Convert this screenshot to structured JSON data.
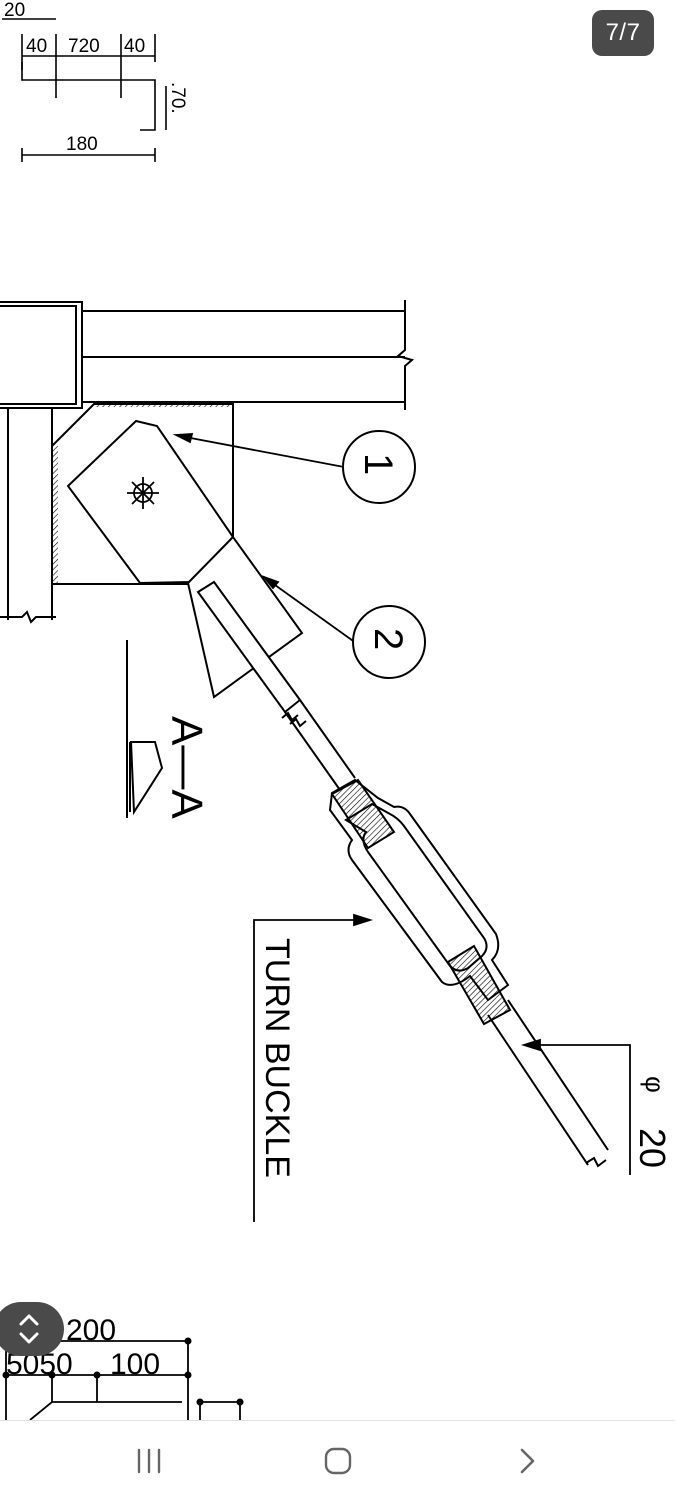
{
  "viewer": {
    "page_counter": "7/7"
  },
  "drawing": {
    "dimensions": {
      "top_small": "20",
      "left_edge": "40",
      "middle": "720",
      "right_edge": "40",
      "height": ".70.",
      "overall": "180",
      "bottom_total": "200",
      "bottom_small": "5050",
      "bottom_mid": "100"
    },
    "callouts": {
      "part_1": "1",
      "part_2": "2"
    },
    "section_label": "A—A",
    "turnbuckle_label": "TURN  BUCKLE",
    "rod_diameter_symbol": "φ",
    "rod_diameter_value": "20"
  },
  "nav": {
    "recents_icon": "recent-apps-icon",
    "home_icon": "home-icon",
    "back_icon": "back-chevron-icon"
  }
}
